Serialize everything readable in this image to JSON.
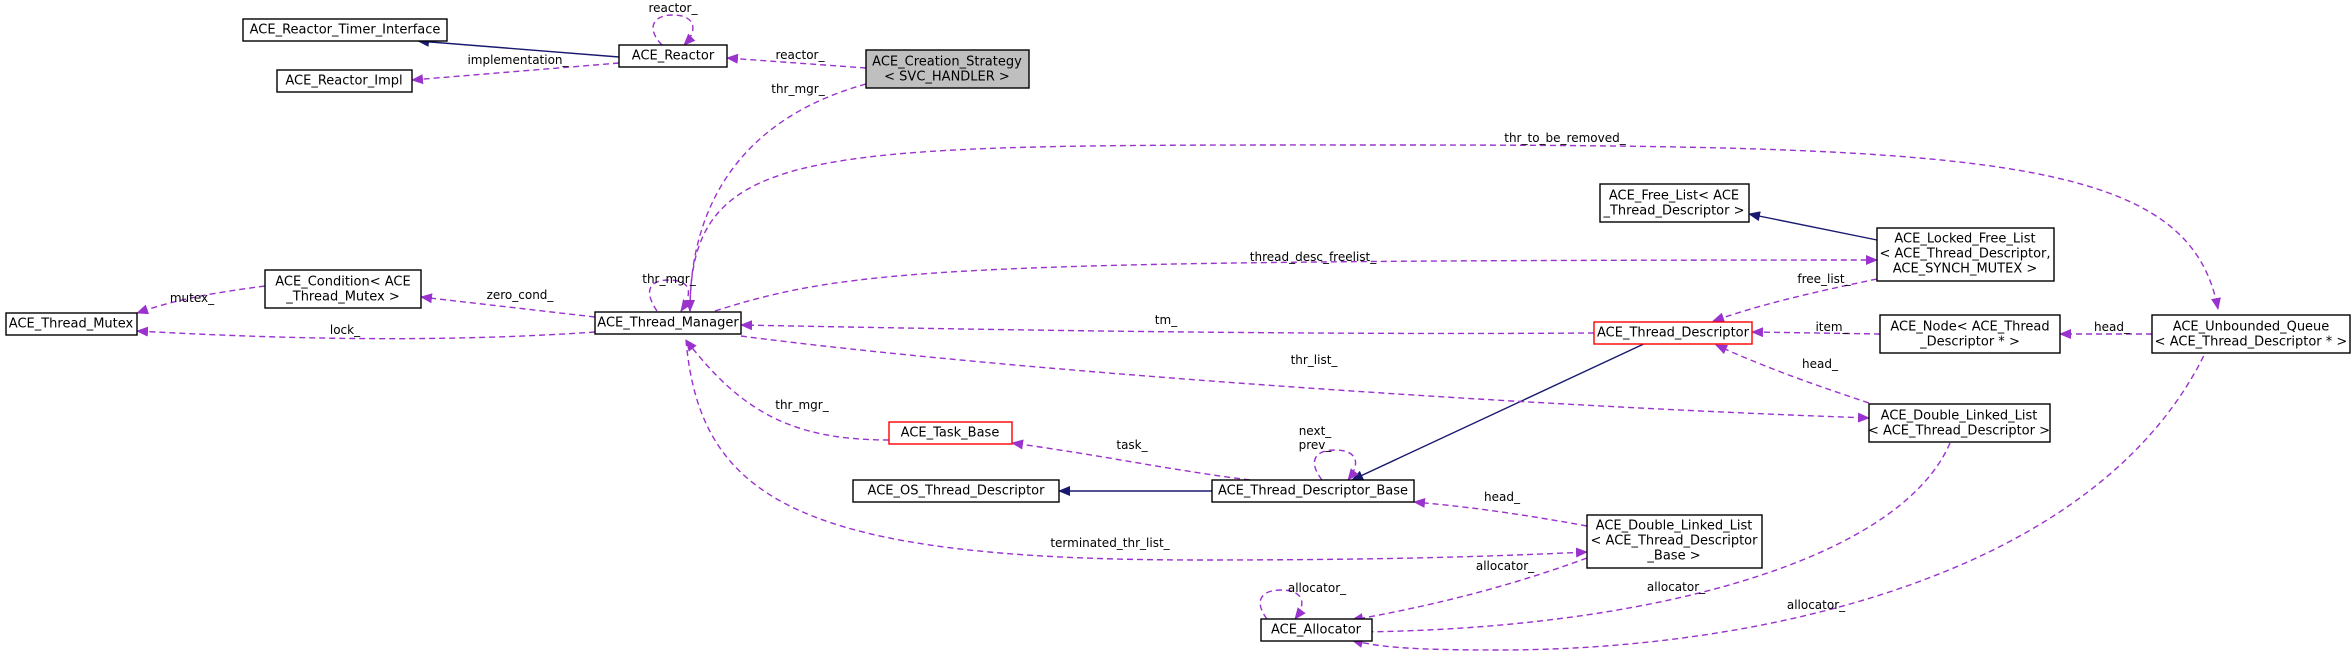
{
  "colors": {
    "inheritance_edge": "#191970",
    "usage_edge": "#9a32cd",
    "root_fill": "#bfbfbf",
    "highlight_border": "#ff0000"
  },
  "nodes": {
    "reactor_timer_interface": [
      "ACE_Reactor_Timer_Interface"
    ],
    "reactor_impl": [
      "ACE_Reactor_Impl"
    ],
    "reactor": [
      "ACE_Reactor"
    ],
    "creation_strategy": [
      "ACE_Creation_Strategy",
      "< SVC_HANDLER >"
    ],
    "free_list": [
      "ACE_Free_List< ACE",
      "_Thread_Descriptor >"
    ],
    "locked_free_list": [
      "ACE_Locked_Free_List",
      "< ACE_Thread_Descriptor,",
      " ACE_SYNCH_MUTEX >"
    ],
    "condition": [
      "ACE_Condition< ACE",
      "_Thread_Mutex >"
    ],
    "thread_mutex": [
      "ACE_Thread_Mutex"
    ],
    "thread_manager": [
      "ACE_Thread_Manager"
    ],
    "thread_descriptor": [
      "ACE_Thread_Descriptor"
    ],
    "node": [
      "ACE_Node< ACE_Thread",
      "_Descriptor * >"
    ],
    "unbounded_queue": [
      "ACE_Unbounded_Queue",
      "< ACE_Thread_Descriptor * >"
    ],
    "task_base": [
      "ACE_Task_Base"
    ],
    "dll_thread_descriptor": [
      "ACE_Double_Linked_List",
      "< ACE_Thread_Descriptor >"
    ],
    "os_thread_descriptor": [
      "ACE_OS_Thread_Descriptor"
    ],
    "thread_descriptor_base": [
      "ACE_Thread_Descriptor_Base"
    ],
    "dll_thread_descriptor_base": [
      "ACE_Double_Linked_List",
      "< ACE_Thread_Descriptor",
      "_Base >"
    ],
    "allocator": [
      "ACE_Allocator"
    ]
  },
  "edge_labels": {
    "reactor_self": "reactor_",
    "implementation": "implementation_",
    "reactor": "reactor_",
    "creation_thr_mgr": "thr_mgr_",
    "thr_to_be_removed": "thr_to_be_removed_",
    "thread_desc_freelist": "thread_desc_freelist_",
    "mutex": "mutex_",
    "zero_cond": "zero_cond_",
    "thr_mgr_self": "thr_mgr_",
    "lock": "lock_",
    "free_list": "free_list_",
    "tm": "tm_",
    "item": "item_",
    "head_queue": "head_",
    "thr_list": "thr_list_",
    "head_dll": "head_",
    "task_thr_mgr": "thr_mgr_",
    "next_prev": "next_\nprev_",
    "task": "task_",
    "head_base": "head_",
    "terminated_thr_list": "terminated_thr_list_",
    "allocator_self": "allocator_",
    "allocator_base": "allocator_",
    "allocator_dll": "allocator_",
    "allocator_queue": "allocator_"
  }
}
